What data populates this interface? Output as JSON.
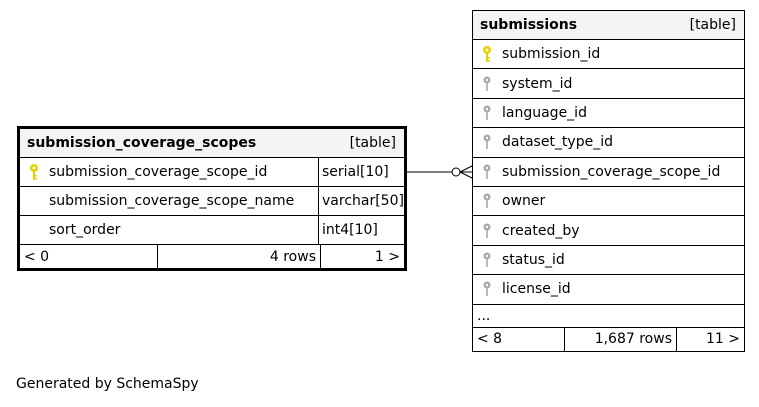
{
  "left_table": {
    "name": "submission_coverage_scopes",
    "tag": "[table]",
    "columns": [
      {
        "name": "submission_coverage_scope_id",
        "type": "serial[10]",
        "icon": "primary-key-icon"
      },
      {
        "name": "submission_coverage_scope_name",
        "type": "varchar[50]",
        "icon": ""
      },
      {
        "name": "sort_order",
        "type": "int4[10]",
        "icon": ""
      }
    ],
    "footer": {
      "parents": "< 0",
      "rows": "4 rows",
      "children": "1 >"
    }
  },
  "right_table": {
    "name": "submissions",
    "tag": "[table]",
    "columns": [
      {
        "name": "submission_id",
        "icon": "primary-key-icon"
      },
      {
        "name": "system_id",
        "icon": "foreign-key-icon"
      },
      {
        "name": "language_id",
        "icon": "foreign-key-icon"
      },
      {
        "name": "dataset_type_id",
        "icon": "foreign-key-icon"
      },
      {
        "name": "submission_coverage_scope_id",
        "icon": "foreign-key-icon"
      },
      {
        "name": "owner",
        "icon": "foreign-key-icon"
      },
      {
        "name": "created_by",
        "icon": "foreign-key-icon"
      },
      {
        "name": "status_id",
        "icon": "foreign-key-icon"
      },
      {
        "name": "license_id",
        "icon": "foreign-key-icon"
      }
    ],
    "ellipsis": "...",
    "footer": {
      "parents": "< 8",
      "rows": "1,687 rows",
      "children": "11 >"
    }
  },
  "generated_by": "Generated by SchemaSpy",
  "colors": {
    "primary_key": "#e6d200",
    "foreign_key": "#a8a8a8",
    "header_bg": "#f4f4f4"
  }
}
